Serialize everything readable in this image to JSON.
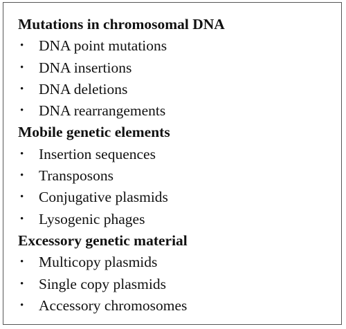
{
  "sections": [
    {
      "heading": "Mutations in chromosomal DNA",
      "items": [
        "DNA point mutations",
        "DNA insertions",
        "DNA deletions",
        "DNA rearrangements"
      ]
    },
    {
      "heading": "Mobile genetic elements",
      "items": [
        "Insertion sequences",
        "Transposons",
        "Conjugative plasmids",
        "Lysogenic phages"
      ]
    },
    {
      "heading": "Excessory genetic material",
      "items": [
        "Multicopy plasmids",
        "Single copy plasmids",
        "Accessory chromosomes"
      ]
    }
  ],
  "bullet_glyph": "•"
}
